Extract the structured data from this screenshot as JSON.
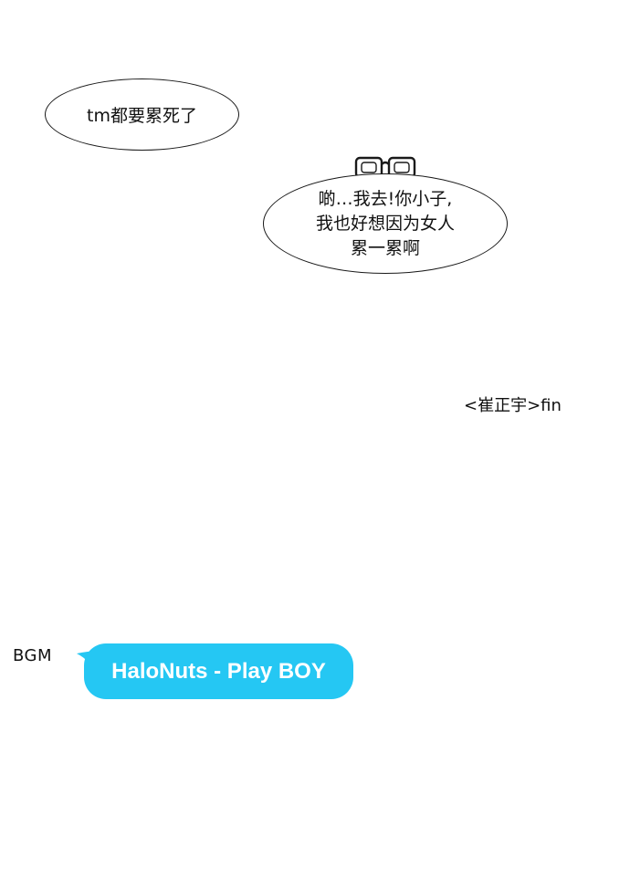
{
  "bubble_1": {
    "text": "tm都要累死了"
  },
  "bubble_2": {
    "lines": [
      "啲…我去!你小子,",
      "我也好想因为女人",
      "累一累啊"
    ]
  },
  "caption": {
    "text": "<崔正宇>fin"
  },
  "bgm": {
    "label": "BGM",
    "song": "HaloNuts - Play BOY",
    "accent_color": "#25c7f3"
  },
  "icons": {
    "speaker_marker": "glasses-icon"
  }
}
